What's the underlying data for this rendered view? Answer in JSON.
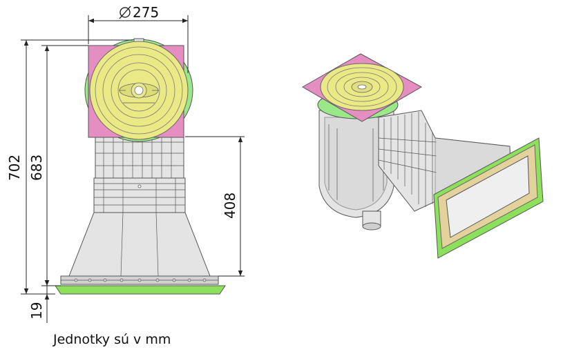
{
  "dimensions": {
    "diameter": "275",
    "total_height": "702",
    "body_height": "683",
    "lower_height": "408",
    "flange_thickness": "19"
  },
  "units_note": "Jednotky sú v mm",
  "colors": {
    "lid": "#ebe986",
    "square_frame": "#e48ec2",
    "ring": "#9ae888",
    "flange": "#8ce05c",
    "body": "#e4e4e4"
  },
  "icons": {
    "diameter_symbol": "diameter-symbol-icon"
  }
}
